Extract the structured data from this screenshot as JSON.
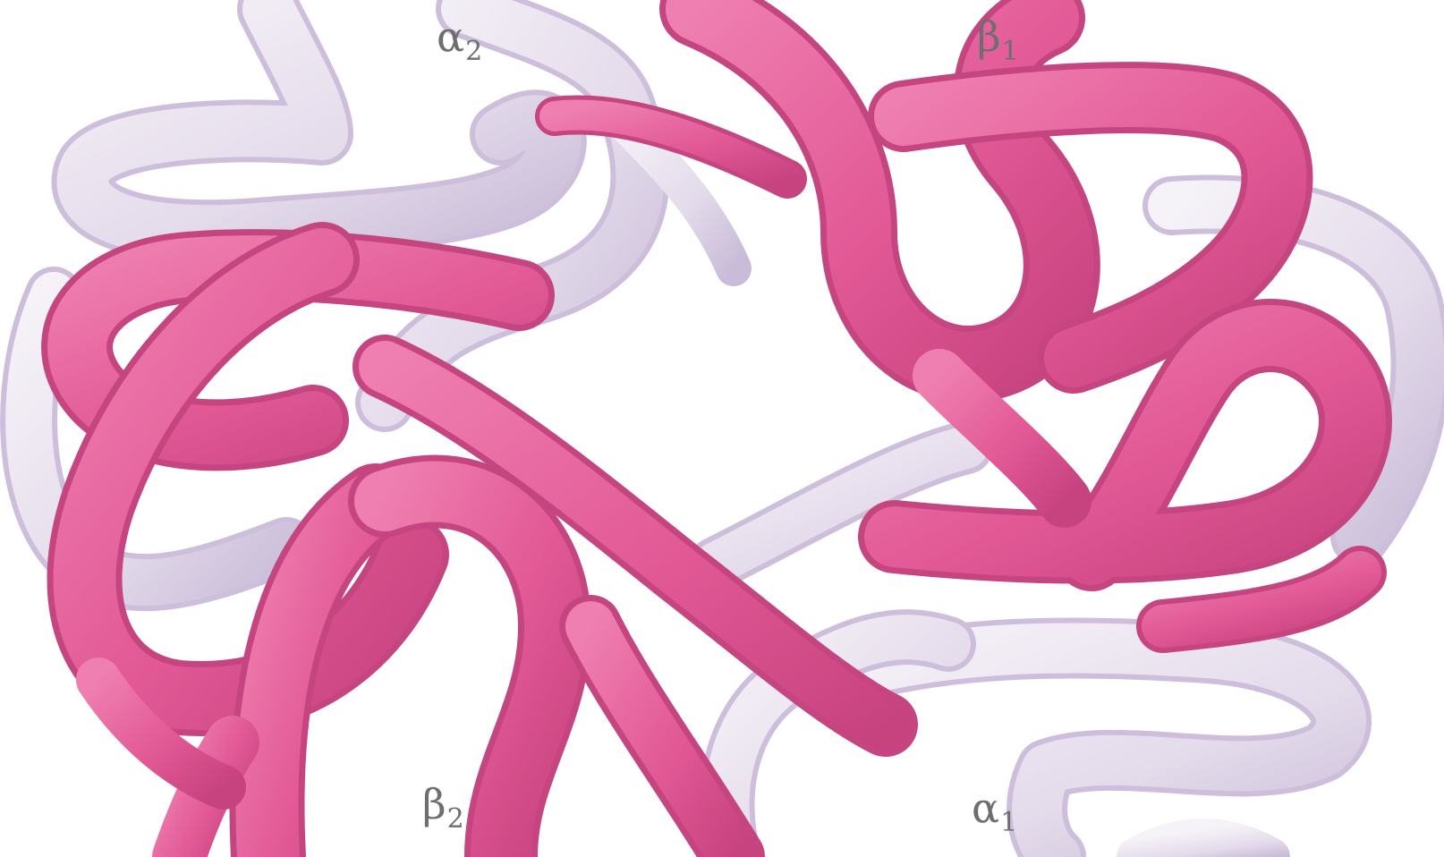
{
  "labels": {
    "alpha2": {
      "symbol": "α",
      "sub": "2"
    },
    "beta1": {
      "symbol": "β",
      "sub": "1"
    },
    "beta2": {
      "symbol": "β",
      "sub": "2"
    },
    "alpha1": {
      "symbol": "α",
      "sub": "1"
    }
  },
  "colors": {
    "alpha_chain": "#e9e3ee",
    "alpha_chain_shadow": "#cfc3dc",
    "beta_chain": "#e35c99",
    "beta_chain_shadow": "#c4457f",
    "background": "#ffffff"
  }
}
